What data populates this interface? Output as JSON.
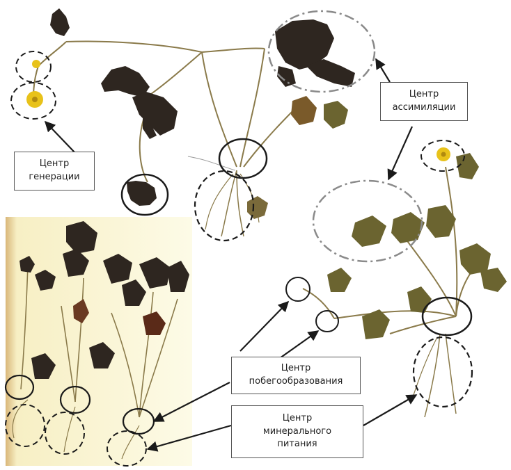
{
  "labels": {
    "generation": {
      "line1": "Центр",
      "line2": "генерации"
    },
    "assimilation": {
      "line1": "Центр",
      "line2": "ассимиляции"
    },
    "shoot_formation": {
      "line1": "Центр",
      "line2": "побегообразования"
    },
    "mineral_nutrition": {
      "line1": "Центр",
      "line2": "минерального",
      "line3": "питания"
    }
  },
  "colors": {
    "dark_leaf": "#2e2620",
    "olive_leaf": "#6b6430",
    "stem": "#8a7a4a",
    "flower": "#e8c21a",
    "photo_background": "#fbf7d6",
    "circle_line": "#1a1a1a",
    "assimilation_circle": "#8a8a8a",
    "arrow": "#1a1a1a"
  }
}
